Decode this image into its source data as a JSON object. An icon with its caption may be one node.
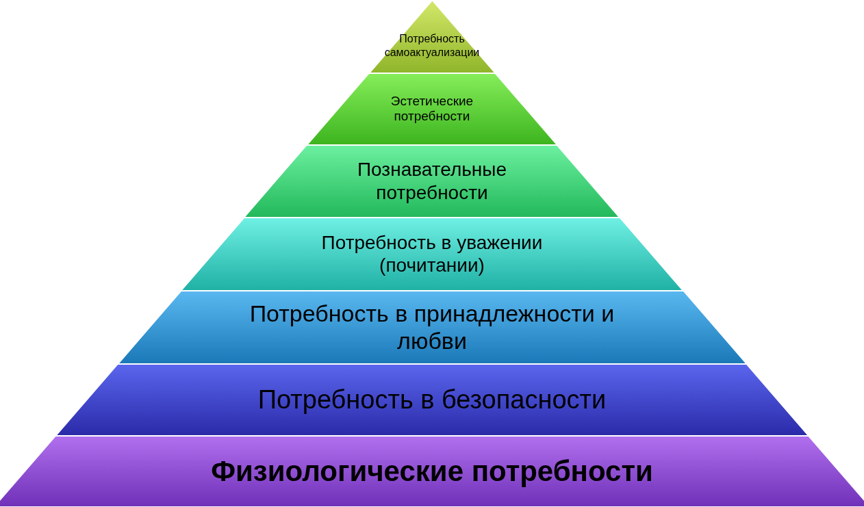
{
  "diagram": {
    "nodes": [
      {
        "text": [
          "Потребность самоактуализации"
        ]
      },
      {
        "text": [
          "Эстетические потребности"
        ]
      },
      {
        "text": [
          "Познавательные потребности"
        ]
      },
      {
        "text": [
          "Потребность в уважении (почитании)"
        ]
      },
      {
        "text": [
          "Потребность в принадлежности и любви"
        ]
      },
      {
        "text": [
          "Потребность в безопасности"
        ]
      },
      {
        "text": [
          "Физиологические потребности"
        ]
      }
    ]
  }
}
